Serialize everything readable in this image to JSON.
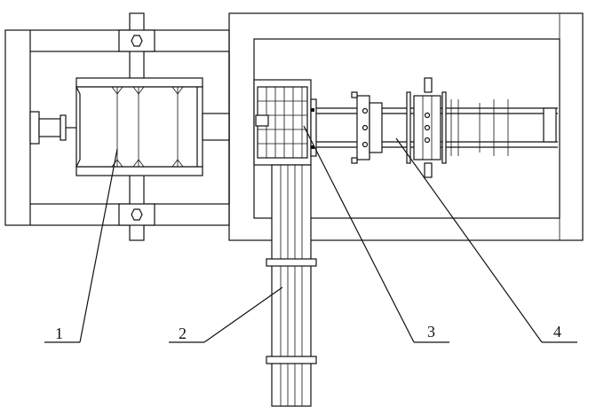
{
  "callouts": [
    {
      "id": "1",
      "text": "1"
    },
    {
      "id": "2",
      "text": "2"
    },
    {
      "id": "3",
      "text": "3"
    },
    {
      "id": "4",
      "text": "4"
    }
  ],
  "colors": {
    "line": "#111111",
    "background": "#ffffff"
  }
}
